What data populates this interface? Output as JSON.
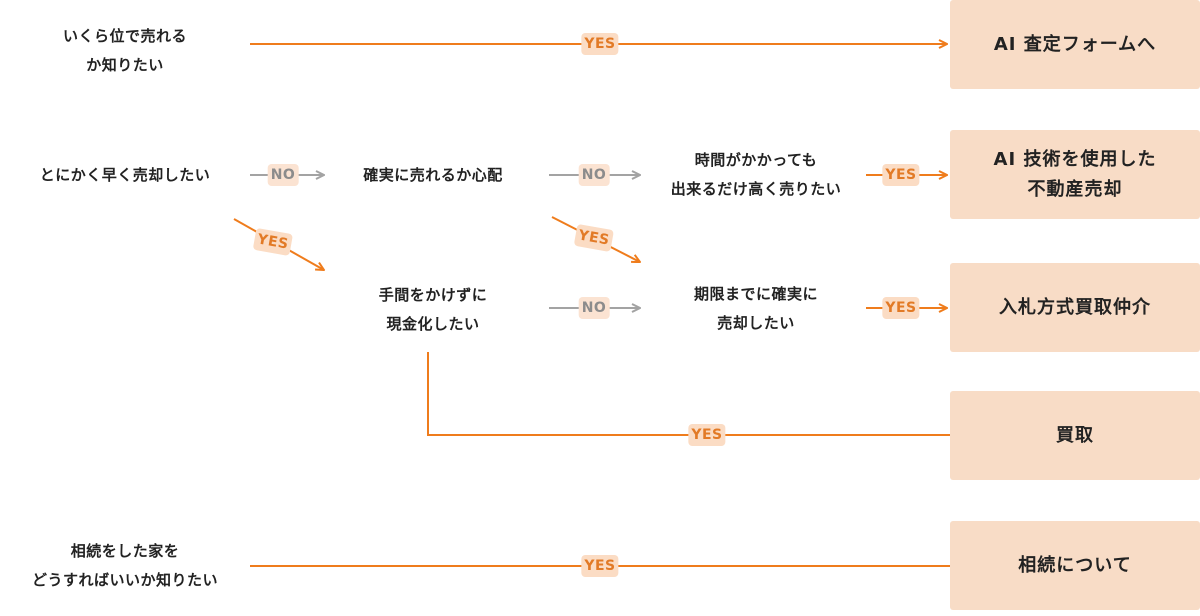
{
  "colors": {
    "yes": "#ef7c1c",
    "no": "#a3a3a3",
    "result_bg": "#f8dcc6"
  },
  "questions": {
    "price": [
      "いくら位で売れる",
      "か知りたい"
    ],
    "quick": [
      "とにかく早く売却したい"
    ],
    "certain": [
      "確実に売れるか心配"
    ],
    "time_ok": [
      "時間がかかっても",
      "出来るだけ高く売りたい"
    ],
    "no_effort": [
      "手間をかけずに",
      "現金化したい"
    ],
    "deadline": [
      "期限までに確実に",
      "売却したい"
    ],
    "inherit": [
      "相続をした家を",
      "どうすればいいか知りたい"
    ]
  },
  "results": {
    "ai_form": [
      "AI 査定フォームへ"
    ],
    "ai_tech": [
      "AI 技術を使用した",
      "不動産売却"
    ],
    "bid": [
      "入札方式買取仲介"
    ],
    "buy": [
      "買取"
    ],
    "inherit": [
      "相続について"
    ]
  },
  "labels": {
    "yes": "YES",
    "no": "NO"
  }
}
